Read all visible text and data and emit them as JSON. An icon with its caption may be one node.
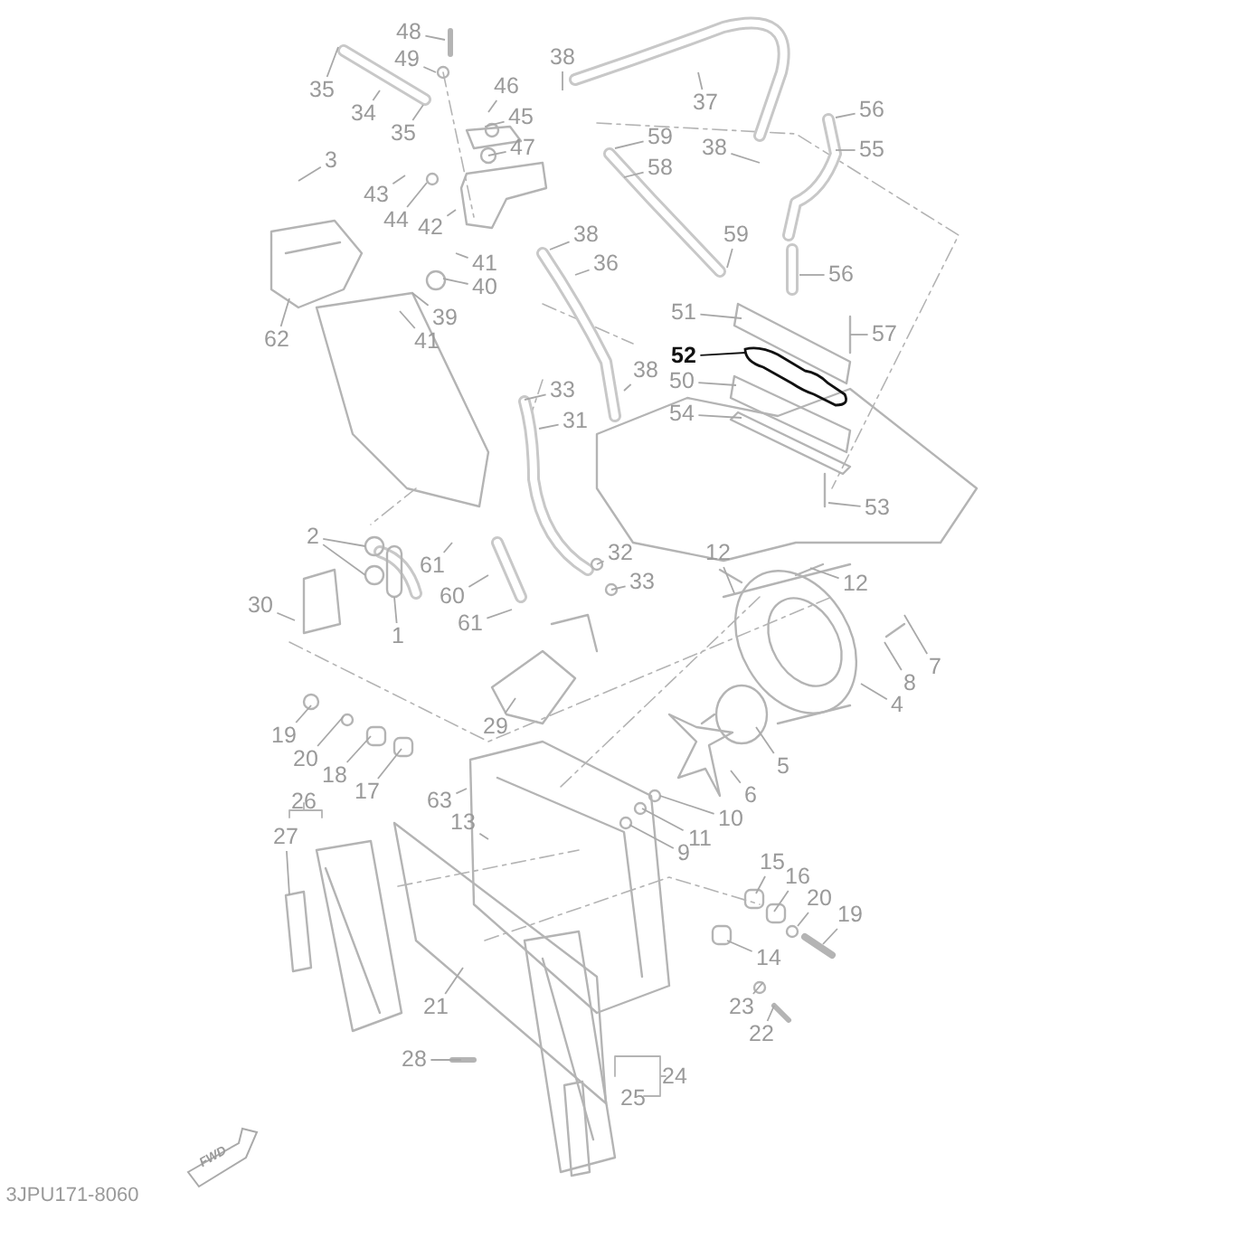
{
  "diagram": {
    "nodes": [
      {
        "text": [
          "48"
        ]
      },
      {
        "text": [
          "49"
        ]
      },
      {
        "text": [
          "35"
        ]
      },
      {
        "text": [
          "34"
        ]
      },
      {
        "text": [
          "35"
        ]
      },
      {
        "text": [
          "46"
        ]
      },
      {
        "text": [
          "45"
        ]
      },
      {
        "text": [
          "47"
        ]
      },
      {
        "text": [
          "38"
        ]
      },
      {
        "text": [
          "37"
        ]
      },
      {
        "text": [
          "59"
        ]
      },
      {
        "text": [
          "58"
        ]
      },
      {
        "text": [
          "56"
        ]
      },
      {
        "text": [
          "55"
        ]
      },
      {
        "text": [
          "38"
        ]
      },
      {
        "text": [
          "3"
        ]
      },
      {
        "text": [
          "43"
        ]
      },
      {
        "text": [
          "44"
        ]
      },
      {
        "text": [
          "42"
        ]
      },
      {
        "text": [
          "41"
        ]
      },
      {
        "text": [
          "40"
        ]
      },
      {
        "text": [
          "39"
        ]
      },
      {
        "text": [
          "62"
        ]
      },
      {
        "text": [
          "41"
        ]
      },
      {
        "text": [
          "38"
        ]
      },
      {
        "text": [
          "36"
        ]
      },
      {
        "text": [
          "59"
        ]
      },
      {
        "text": [
          "56"
        ]
      },
      {
        "text": [
          "51"
        ]
      },
      {
        "text": [
          "57"
        ]
      },
      {
        "text": [
          "52"
        ]
      },
      {
        "text": [
          "38"
        ]
      },
      {
        "text": [
          "50"
        ]
      },
      {
        "text": [
          "33"
        ]
      },
      {
        "text": [
          "54"
        ]
      },
      {
        "text": [
          "31"
        ]
      },
      {
        "text": [
          "53"
        ]
      },
      {
        "text": [
          "2"
        ]
      },
      {
        "text": [
          "12"
        ]
      },
      {
        "text": [
          "61"
        ]
      },
      {
        "text": [
          "32"
        ]
      },
      {
        "text": [
          "12"
        ]
      },
      {
        "text": [
          "33"
        ]
      },
      {
        "text": [
          "30"
        ]
      },
      {
        "text": [
          "60"
        ]
      },
      {
        "text": [
          "61"
        ]
      },
      {
        "text": [
          "1"
        ]
      },
      {
        "text": [
          "7"
        ]
      },
      {
        "text": [
          "8"
        ]
      },
      {
        "text": [
          "4"
        ]
      },
      {
        "text": [
          "29"
        ]
      },
      {
        "text": [
          "19"
        ]
      },
      {
        "text": [
          "20"
        ]
      },
      {
        "text": [
          "5"
        ]
      },
      {
        "text": [
          "18"
        ]
      },
      {
        "text": [
          "17"
        ]
      },
      {
        "text": [
          "6"
        ]
      },
      {
        "text": [
          "63"
        ]
      },
      {
        "text": [
          "10"
        ]
      },
      {
        "text": [
          "13"
        ]
      },
      {
        "text": [
          "27"
        ]
      },
      {
        "text": [
          "11"
        ]
      },
      {
        "text": [
          "9"
        ]
      },
      {
        "text": [
          "15"
        ]
      },
      {
        "text": [
          "16"
        ]
      },
      {
        "text": [
          "20"
        ]
      },
      {
        "text": [
          "19"
        ]
      },
      {
        "text": [
          "14"
        ]
      },
      {
        "text": [
          "21"
        ]
      },
      {
        "text": [
          "23"
        ]
      },
      {
        "text": [
          "22"
        ]
      },
      {
        "text": [
          "28"
        ]
      },
      {
        "text": [],
        "shape": "circle"
      },
      {
        "text": [],
        "shape": "circle"
      },
      {
        "text": [],
        "shape": "circle"
      },
      {
        "text": [],
        "shape": "circle"
      },
      {
        "text": [],
        "shape": "circle"
      },
      {
        "text": [],
        "shape": "bar"
      },
      {
        "text": [],
        "shape": "circle"
      },
      {
        "text": [],
        "shape": "circle"
      },
      {
        "text": [],
        "shape": "picture"
      }
    ],
    "edges": [
      {
        "from": 0,
        "to": null,
        "arrow": "none"
      },
      {
        "from": 1,
        "to": null,
        "arrow": "none"
      },
      {
        "from": 2,
        "to": null,
        "arrow": "none"
      },
      {
        "from": 3,
        "to": null,
        "arrow": "none"
      },
      {
        "from": 4,
        "to": null,
        "arrow": "none"
      },
      {
        "from": 5,
        "to": null,
        "arrow": "none"
      },
      {
        "from": 6,
        "to": 72,
        "arrow": "none"
      },
      {
        "from": 7,
        "to": null,
        "arrow": "none"
      },
      {
        "from": 8,
        "to": null,
        "arrow": "none"
      },
      {
        "from": 9,
        "to": null,
        "arrow": "none"
      },
      {
        "from": 10,
        "to": null,
        "arrow": "none"
      },
      {
        "from": 11,
        "to": null,
        "arrow": "none"
      },
      {
        "from": 12,
        "to": null,
        "arrow": "none"
      },
      {
        "from": 13,
        "to": null,
        "arrow": "none"
      },
      {
        "from": 14,
        "to": null,
        "arrow": "none"
      },
      {
        "from": 15,
        "to": null,
        "arrow": "none"
      },
      {
        "from": 16,
        "to": null,
        "arrow": "none"
      },
      {
        "from": 17,
        "to": 73,
        "arrow": "none"
      },
      {
        "from": 18,
        "to": null,
        "arrow": "none"
      },
      {
        "from": 19,
        "to": null,
        "arrow": "none"
      },
      {
        "from": 20,
        "to": 74,
        "arrow": "none"
      },
      {
        "from": 21,
        "to": null,
        "arrow": "none"
      },
      {
        "from": 22,
        "to": null,
        "arrow": "none"
      },
      {
        "from": 23,
        "to": null,
        "arrow": "none"
      },
      {
        "from": 24,
        "to": null,
        "arrow": "none"
      },
      {
        "from": 25,
        "to": null,
        "arrow": "none"
      },
      {
        "from": 26,
        "to": null,
        "arrow": "none"
      },
      {
        "from": 27,
        "to": null,
        "arrow": "none"
      },
      {
        "from": 28,
        "to": null,
        "arrow": "none"
      },
      {
        "from": 29,
        "to": null,
        "arrow": "none"
      },
      {
        "from": 30,
        "to": 80,
        "arrow": "none",
        "color": "#111111"
      },
      {
        "from": 31,
        "to": null,
        "arrow": "none"
      },
      {
        "from": 32,
        "to": null,
        "arrow": "none"
      },
      {
        "from": 33,
        "to": null,
        "arrow": "none"
      },
      {
        "from": 34,
        "to": null,
        "arrow": "none"
      },
      {
        "from": 35,
        "to": null,
        "arrow": "none"
      },
      {
        "from": 36,
        "to": null,
        "arrow": "none"
      },
      {
        "from": 37,
        "to": 75,
        "arrow": "none"
      },
      {
        "from": 38,
        "to": null,
        "arrow": "none"
      },
      {
        "from": 39,
        "to": null,
        "arrow": "none"
      },
      {
        "from": 40,
        "to": null,
        "arrow": "none"
      },
      {
        "from": 41,
        "to": null,
        "arrow": "none"
      },
      {
        "from": 42,
        "to": null,
        "arrow": "none"
      },
      {
        "from": 43,
        "to": null,
        "arrow": "none"
      },
      {
        "from": 44,
        "to": null,
        "arrow": "none"
      },
      {
        "from": 45,
        "to": null,
        "arrow": "none"
      },
      {
        "from": 46,
        "to": 77,
        "arrow": "none"
      },
      {
        "from": 47,
        "to": null,
        "arrow": "none"
      },
      {
        "from": 48,
        "to": null,
        "arrow": "none"
      },
      {
        "from": 49,
        "to": null,
        "arrow": "none"
      },
      {
        "from": 50,
        "to": null,
        "arrow": "none"
      },
      {
        "from": 51,
        "to": null,
        "arrow": "none"
      },
      {
        "from": 52,
        "to": null,
        "arrow": "none"
      },
      {
        "from": 53,
        "to": null,
        "arrow": "none"
      },
      {
        "from": 54,
        "to": null,
        "arrow": "none"
      },
      {
        "from": 55,
        "to": null,
        "arrow": "none"
      },
      {
        "from": 56,
        "to": null,
        "arrow": "none"
      },
      {
        "from": 57,
        "to": null,
        "arrow": "none"
      },
      {
        "from": 58,
        "to": null,
        "arrow": "none"
      },
      {
        "from": 59,
        "to": null,
        "arrow": "none"
      },
      {
        "from": 60,
        "to": null,
        "arrow": "none"
      },
      {
        "from": 61,
        "to": null,
        "arrow": "none"
      },
      {
        "from": 62,
        "to": null,
        "arrow": "none"
      },
      {
        "from": 63,
        "to": null,
        "arrow": "none"
      },
      {
        "from": 64,
        "to": null,
        "arrow": "none"
      },
      {
        "from": 65,
        "to": 78,
        "arrow": "none"
      },
      {
        "from": 66,
        "to": null,
        "arrow": "none"
      },
      {
        "from": 67,
        "to": null,
        "arrow": "none"
      },
      {
        "from": 68,
        "to": null,
        "arrow": "none"
      },
      {
        "from": 69,
        "to": 79,
        "arrow": "none"
      },
      {
        "from": 70,
        "to": null,
        "arrow": "none"
      },
      {
        "from": 71,
        "to": null,
        "arrow": "none"
      },
      {
        "from": 37,
        "to": 76,
        "arrow": "none"
      }
    ],
    "labels": [
      "26",
      "24",
      "25",
      "FWD",
      "3JPU171-8060"
    ]
  }
}
